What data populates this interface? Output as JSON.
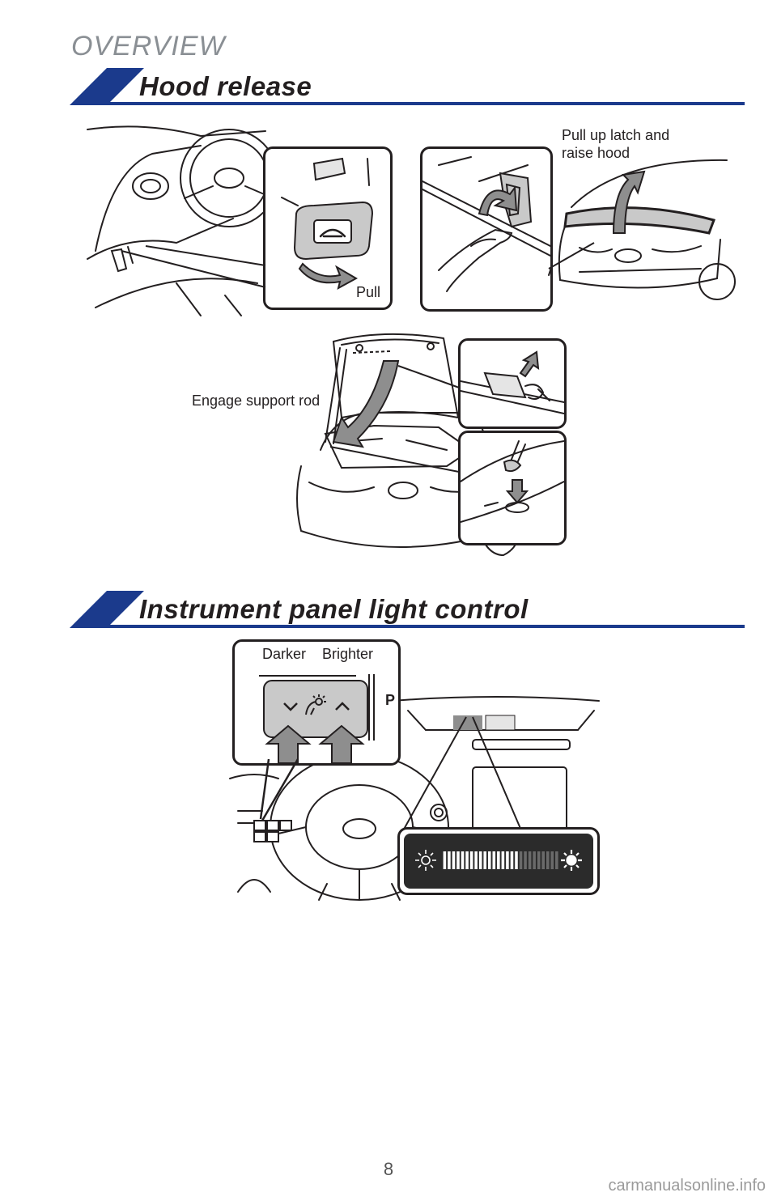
{
  "header": {
    "section": "OVERVIEW"
  },
  "hood_release": {
    "title": "Hood release",
    "labels": {
      "pull": "Pull",
      "latch": "Pull up latch and\nraise hood",
      "support_rod": "Engage support rod"
    }
  },
  "panel_light": {
    "title": "Instrument panel light control",
    "labels": {
      "darker": "Darker",
      "brighter": "Brighter",
      "button_letter": "P"
    },
    "brightness_level": 0.65
  },
  "footer": {
    "page_number": "8",
    "watermark": "carmanualsonline.info"
  },
  "colors": {
    "accent": "#1b3a8c",
    "heading_gray": "#8a8f94",
    "illustration_fill": "#c9c9c9"
  }
}
